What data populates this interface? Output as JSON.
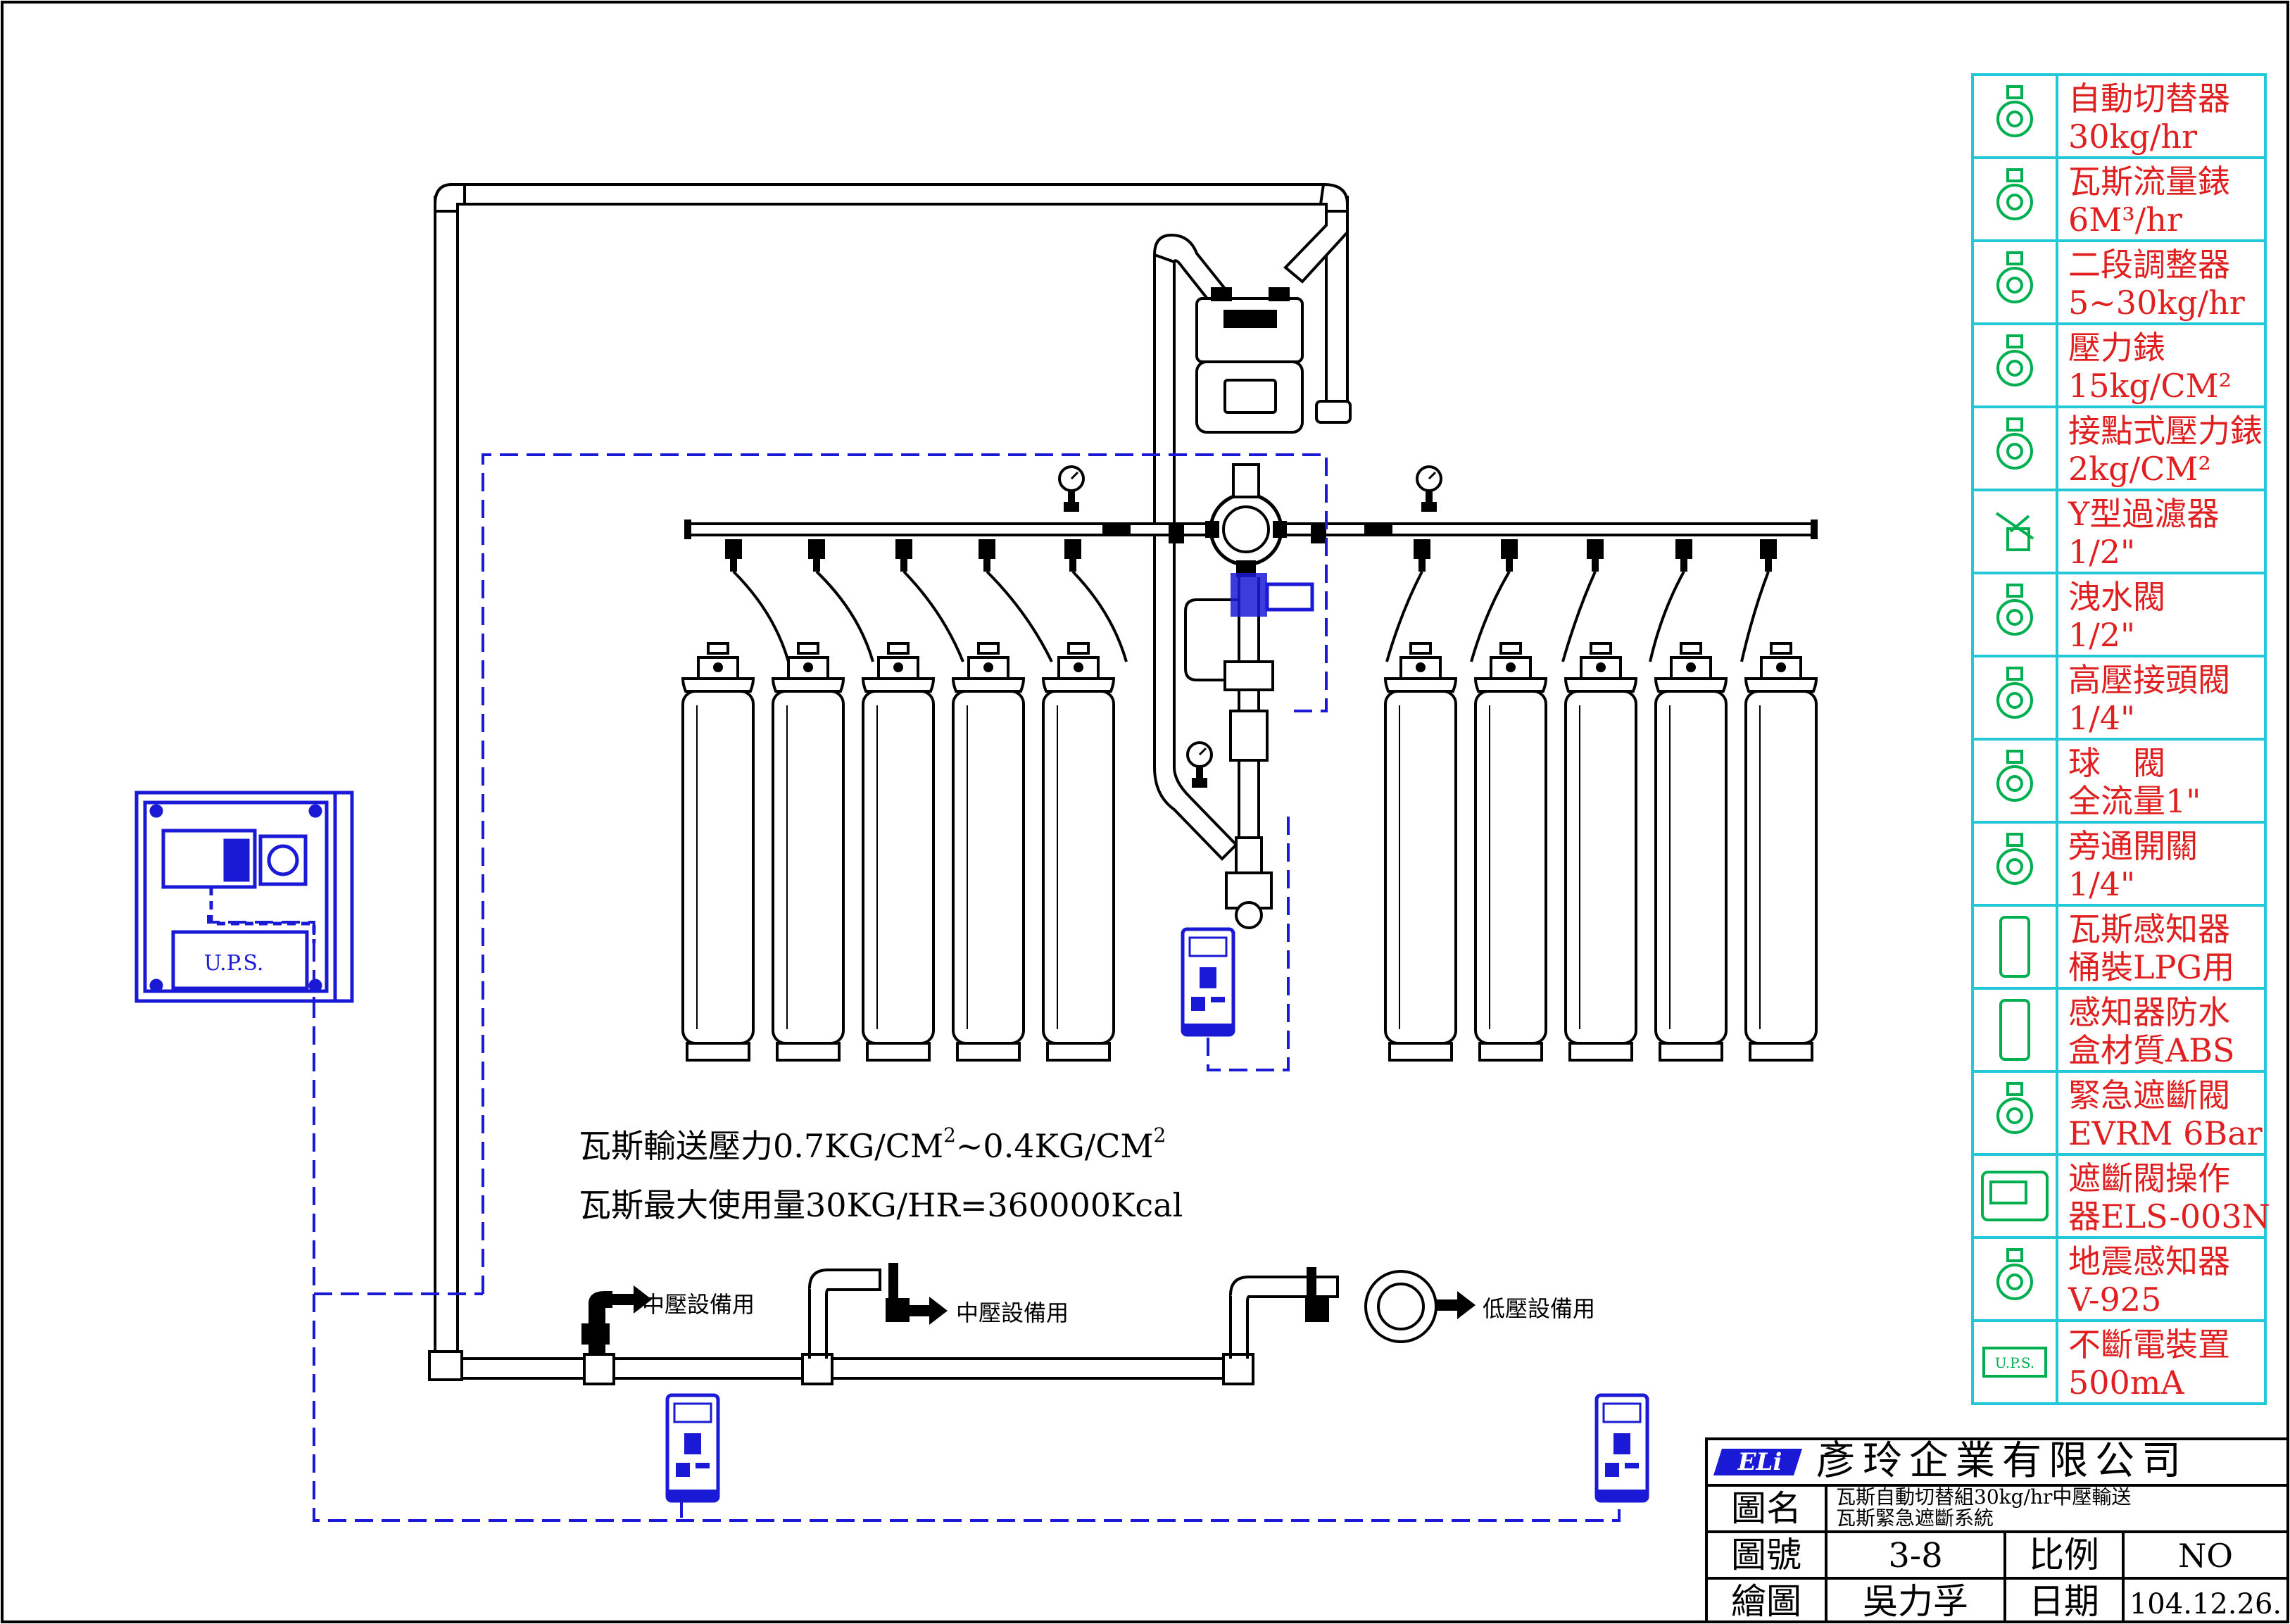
{
  "notes": {
    "pressure_line_prefix": "瓦斯輸送壓力0.7KG/CM",
    "pressure_line_mid": "~0.4KG/CM",
    "pressure_sup": "2",
    "max_usage": "瓦斯最大使用量30KG/HR=360000Kcal"
  },
  "outlets": {
    "outlet1": "中壓設備用",
    "outlet2": "中壓設備用",
    "outlet3": "低壓設備用"
  },
  "control_box": {
    "ups_label": "U.P.S."
  },
  "legend": [
    {
      "icon": "auto-switch-regulator-icon",
      "line1": "自動切替器",
      "line2": "30kg/hr"
    },
    {
      "icon": "gas-flow-meter-icon",
      "line1": "瓦斯流量錶",
      "line2": "6M³/hr"
    },
    {
      "icon": "two-stage-regulator-icon",
      "line1": "二段調整器",
      "line2": "5~30kg/hr"
    },
    {
      "icon": "pressure-gauge-icon",
      "line1": "壓力錶",
      "line2": "15kg/CM²"
    },
    {
      "icon": "contact-pressure-gauge-icon",
      "line1": "接點式壓力錶",
      "line2": "2kg/CM²"
    },
    {
      "icon": "y-strainer-icon",
      "line1": "Y型過濾器",
      "line2": "1/2\""
    },
    {
      "icon": "drain-valve-icon",
      "line1": "洩水閥",
      "line2": "1/2\""
    },
    {
      "icon": "high-pressure-valve-icon",
      "line1": "高壓接頭閥",
      "line2": "1/4\""
    },
    {
      "icon": "ball-valve-icon",
      "line1": "球　閥",
      "line2": "全流量1\""
    },
    {
      "icon": "bypass-switch-icon",
      "line1": "旁通開關",
      "line2": "1/4\""
    },
    {
      "icon": "gas-detector-icon",
      "line1": "瓦斯感知器",
      "line2": "桶裝LPG用"
    },
    {
      "icon": "waterproof-box-icon",
      "line1": "感知器防水",
      "line2": "盒材質ABS"
    },
    {
      "icon": "emergency-shutoff-valve-icon",
      "line1": "緊急遮斷閥",
      "line2": "EVRM 6Bar"
    },
    {
      "icon": "shutoff-controller-icon",
      "line1": "遮斷閥操作",
      "line2": "器ELS-003N"
    },
    {
      "icon": "seismic-sensor-icon",
      "line1": "地震感知器",
      "line2": "V-925"
    },
    {
      "icon": "ups-icon",
      "line1": "不斷電裝置",
      "line2": "500mA",
      "icon_text": "U.P.S."
    }
  ],
  "title_block": {
    "company": "彥玲企業有限公司",
    "logo_text": "ELi",
    "drawing_name_label": "圖名",
    "drawing_name_line1": "瓦斯自動切替組30kg/hr中壓輸送",
    "drawing_name_line2": "瓦斯緊急遮斷系統",
    "drawing_no_label": "圖號",
    "drawing_no": "3-8",
    "scale_label": "比例",
    "scale": "NO",
    "drawn_by_label": "繪圖",
    "drawn_by": "吳力孚",
    "date_label": "日期",
    "date": "104.12.26."
  },
  "colors": {
    "pipe": "#000000",
    "signal_line": "#1a1ad6",
    "legend_border": "#22c8d8",
    "legend_icon": "#00b050",
    "legend_text": "#e02020"
  }
}
